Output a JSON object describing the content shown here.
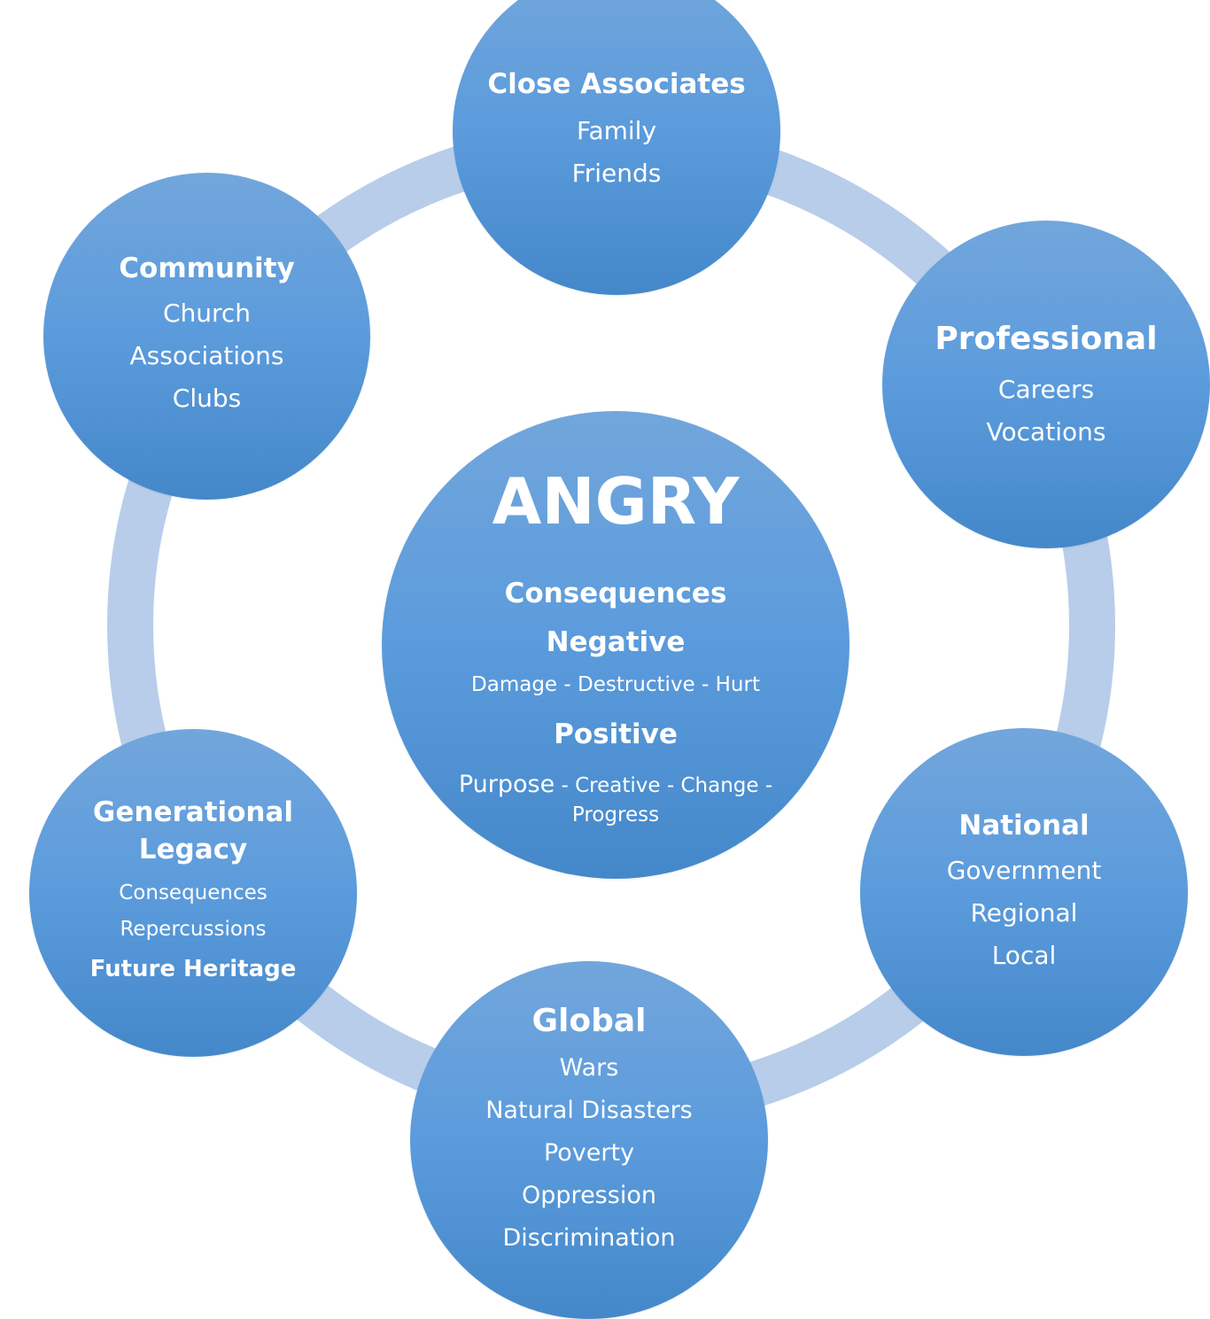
{
  "colors": {
    "ring": "#b8cdea",
    "node_top": "#72a6dc",
    "node_mid": "#5b9bdc",
    "node_bottom": "#4488ca",
    "text": "#ffffff"
  },
  "center": {
    "heading": "ANGRY",
    "consequences": "Consequences",
    "negative": "Negative",
    "negative_items": "Damage - Destructive - Hurt",
    "positive": "Positive",
    "positive_lead": "Purpose",
    "positive_items": " - Creative - Change - Progress"
  },
  "close_associates": {
    "title": "Close Associates",
    "items": [
      "Family",
      "Friends"
    ]
  },
  "community": {
    "title": "Community",
    "items": [
      "Church",
      "Associations",
      "Clubs"
    ]
  },
  "professional": {
    "title": "Professional",
    "items": [
      "Careers",
      "Vocations"
    ]
  },
  "national": {
    "title": "National",
    "items": [
      "Government",
      "Regional",
      "Local"
    ]
  },
  "global": {
    "title": "Global",
    "items": [
      "Wars",
      "Natural Disasters",
      "Poverty",
      "Oppression",
      "Discrimination"
    ]
  },
  "generational_legacy": {
    "title": "Generational Legacy",
    "items": [
      "Consequences",
      "Repercussions"
    ],
    "highlight": "Future Heritage"
  }
}
